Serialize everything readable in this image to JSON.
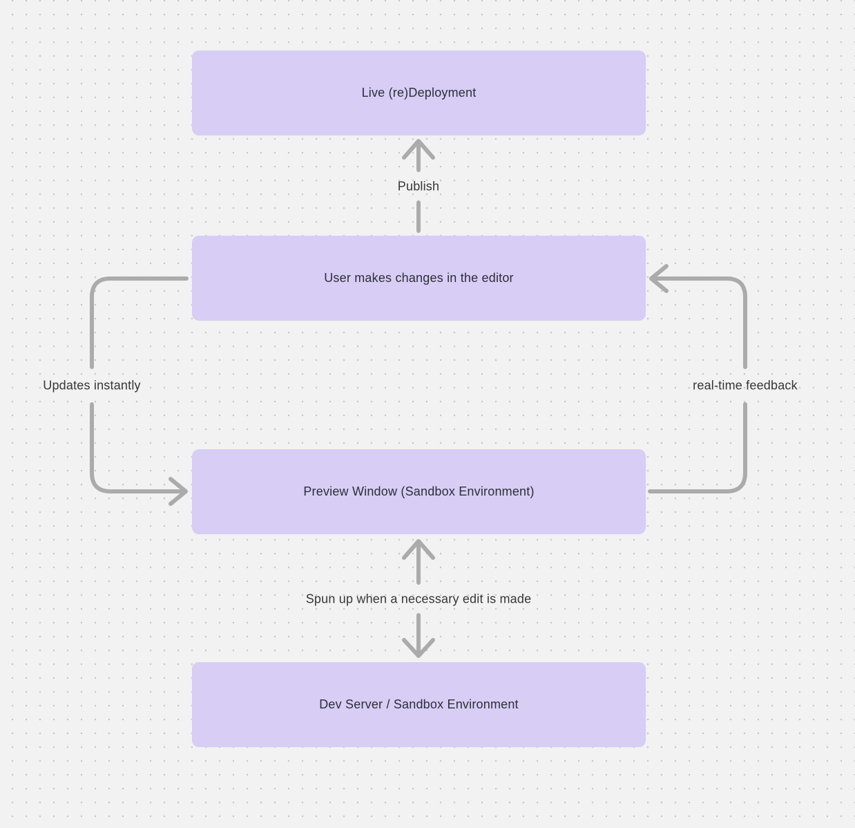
{
  "diagram": {
    "nodes": [
      {
        "id": "live-redeployment",
        "label": "Live (re)Deployment"
      },
      {
        "id": "user-editor",
        "label": "User makes changes in the editor"
      },
      {
        "id": "preview-window",
        "label": "Preview Window (Sandbox Environment)"
      },
      {
        "id": "dev-server",
        "label": "Dev Server / Sandbox Environment"
      }
    ],
    "edges": [
      {
        "id": "publish",
        "label": "Publish",
        "from": "user-editor",
        "to": "live-redeployment",
        "direction": "up"
      },
      {
        "id": "updates-instantly",
        "label": "Updates instantly",
        "from": "user-editor",
        "to": "preview-window",
        "direction": "down-left-side"
      },
      {
        "id": "real-time-feedback",
        "label": "real-time feedback",
        "from": "preview-window",
        "to": "user-editor",
        "direction": "up-right-side"
      },
      {
        "id": "spun-up",
        "label": "Spun up when a necessary edit is made",
        "from": "preview-window",
        "to": "dev-server",
        "direction": "both"
      }
    ]
  },
  "theme": {
    "background": "#f2f2f2",
    "dot_color": "#c6c6c6",
    "node_fill": "#d7cdf5",
    "node_text": "#2e2e36",
    "arrow_color": "#ababab",
    "label_text": "#363636"
  }
}
